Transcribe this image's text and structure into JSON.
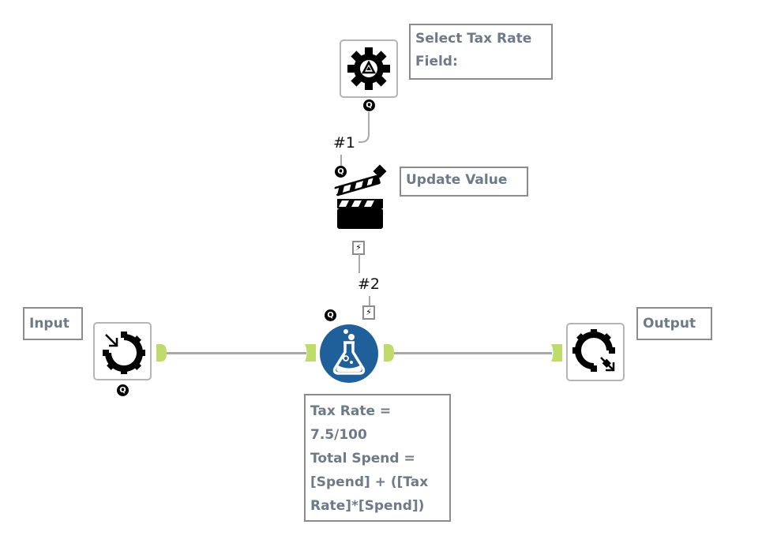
{
  "canvas": {
    "colors": {
      "background": "#ffffff",
      "annotation_text": "#6e7a88",
      "annotation_border": "#8c8c8c",
      "wire": "#a9a9a9",
      "anchor": "#bfdc6a",
      "formula_icon": "#1f5f9a"
    }
  },
  "tools": {
    "macro_input": {
      "icon": "gear-recycle-icon",
      "annotation": "Select Tax Rate\nField:",
      "annotation_lines": [
        "Select Tax Rate",
        "Field:"
      ],
      "badge": "Q"
    },
    "action": {
      "icon": "clapperboard-icon",
      "annotation": "Update Value",
      "badge": "Q"
    },
    "input": {
      "icon": "macro-input-gear-icon",
      "annotation": "Input",
      "badge": "Q"
    },
    "formula": {
      "icon": "flask-icon",
      "badge": "Q",
      "annotation_lines": [
        "Tax Rate =",
        "7.5/100",
        "Total Spend =",
        "[Spend] + ([Tax",
        "Rate]*[Spend])"
      ]
    },
    "output": {
      "icon": "macro-output-gear-icon",
      "annotation": "Output"
    }
  },
  "connections": [
    {
      "from": "macro_input",
      "to": "action",
      "label": "#1"
    },
    {
      "from": "action",
      "to": "formula",
      "label": "#2"
    },
    {
      "from": "input",
      "to": "formula",
      "label": ""
    },
    {
      "from": "formula",
      "to": "output",
      "label": ""
    }
  ],
  "badges": {
    "q": "Q",
    "bolt": "⚡"
  }
}
